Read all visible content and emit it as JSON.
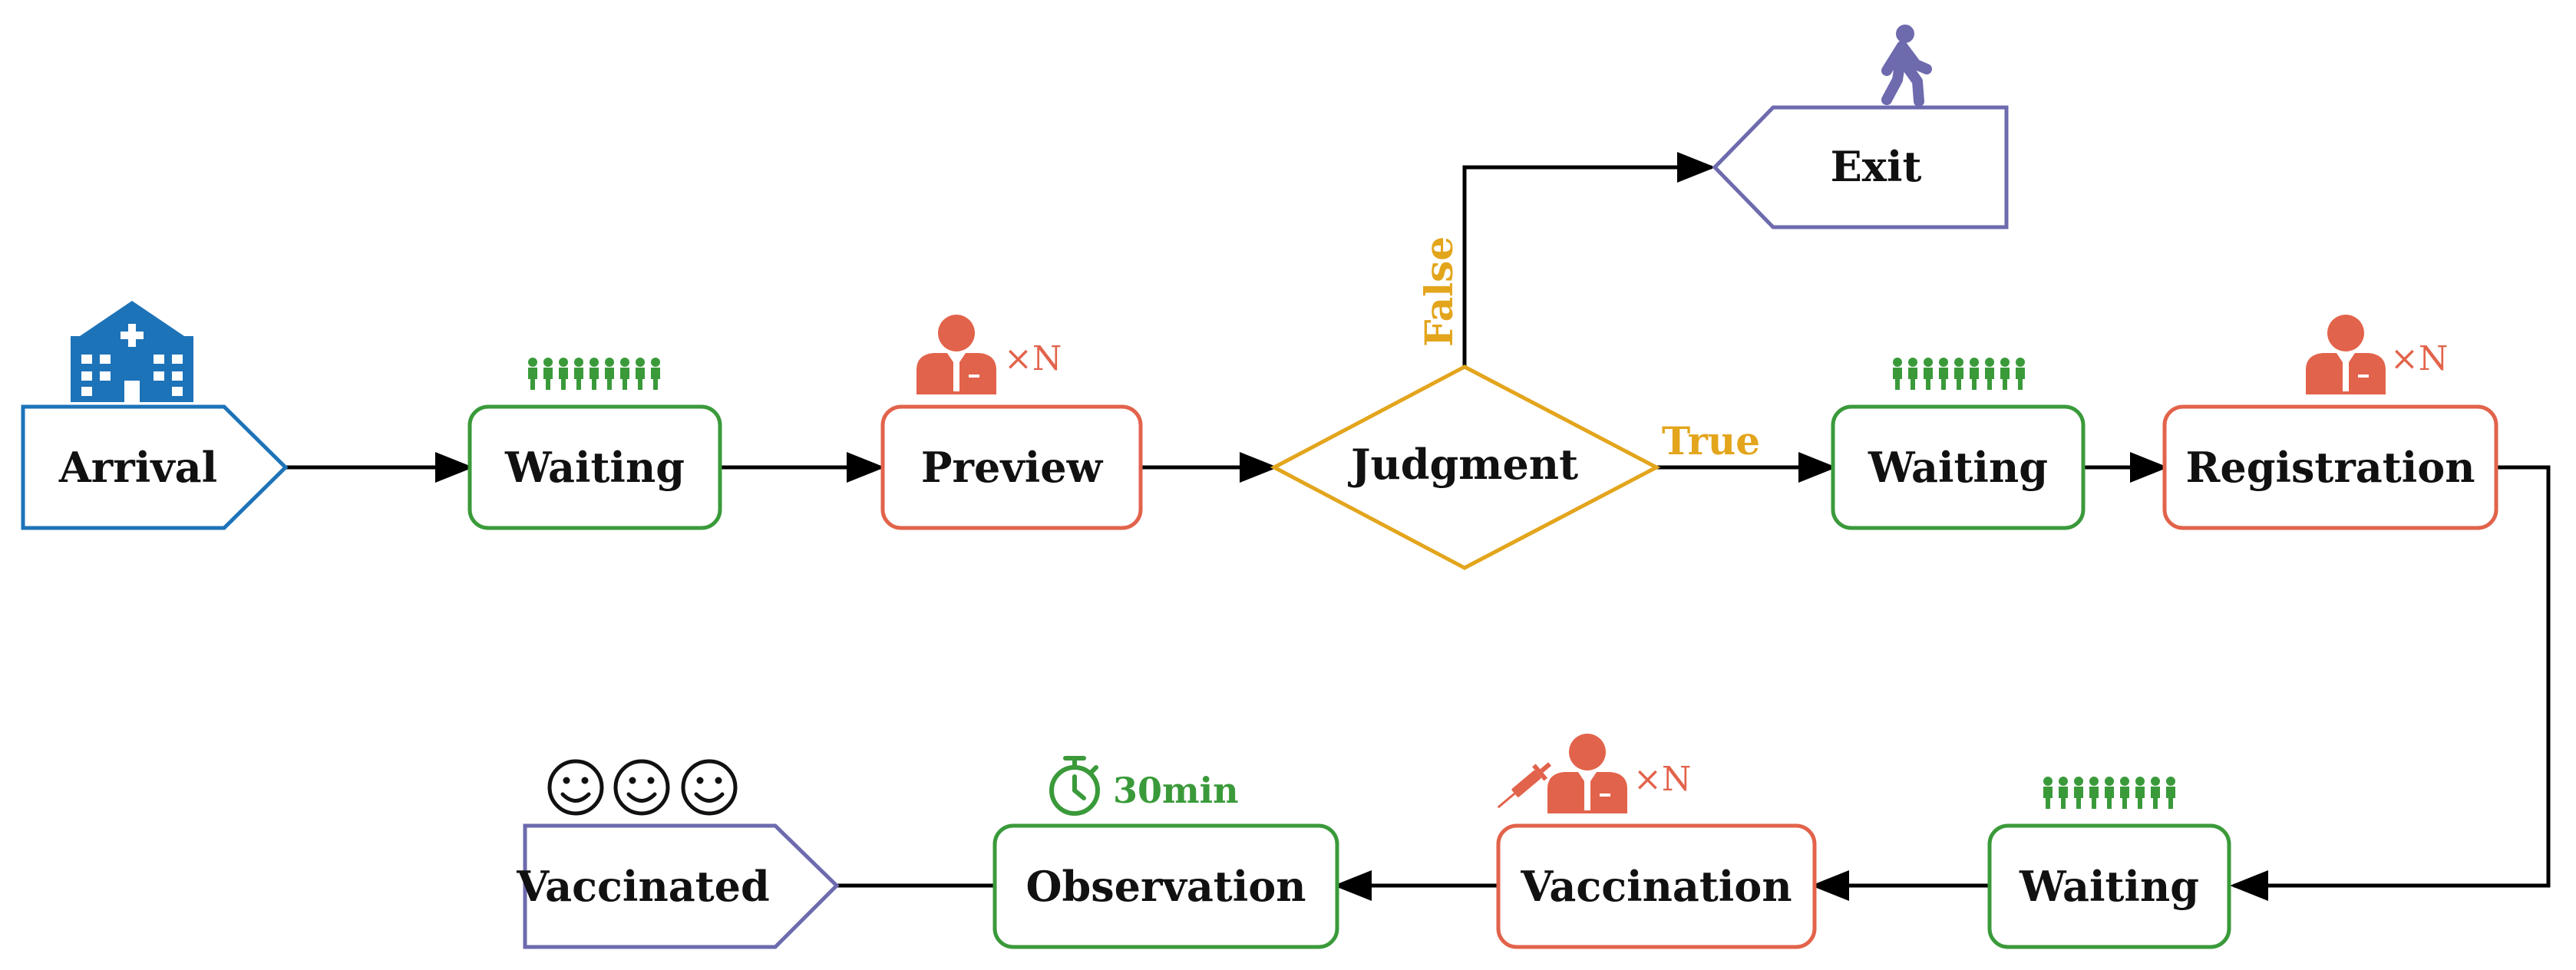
{
  "colors": {
    "blue": "#1d73b8",
    "green": "#3a9a3a",
    "orange": "#e2634b",
    "gold": "#e3a51c",
    "purple": "#6e6aae",
    "arrow": "#000000"
  },
  "nodes": {
    "arrival": {
      "label": "Arrival",
      "icon": "hospital-icon"
    },
    "waiting1": {
      "label": "Waiting",
      "icon": "crowd-icon"
    },
    "preview": {
      "label": "Preview",
      "icon": "staff-icon",
      "multiplier": "×N"
    },
    "judgment": {
      "label": "Judgment"
    },
    "exit": {
      "label": "Exit",
      "icon": "walking-person-icon"
    },
    "waiting2": {
      "label": "Waiting",
      "icon": "crowd-icon"
    },
    "registration": {
      "label": "Registration",
      "icon": "staff-icon",
      "multiplier": "×N"
    },
    "waiting3": {
      "label": "Waiting",
      "icon": "crowd-icon"
    },
    "vaccination": {
      "label": "Vaccination",
      "icon": "doctor-syringe-icon",
      "multiplier": "×N"
    },
    "observation": {
      "label": "Observation",
      "icon": "stopwatch-icon",
      "duration": "30min"
    },
    "vaccinated": {
      "label": "Vaccinated",
      "icon": "smiley-icon"
    }
  },
  "edges": {
    "true_label": "True",
    "false_label": "False"
  }
}
